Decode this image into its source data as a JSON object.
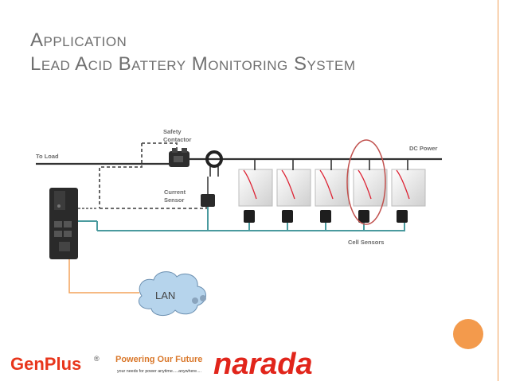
{
  "slide": {
    "title_line1": "Application",
    "title_line2": "Lead Acid Battery Monitoring System"
  },
  "diagram": {
    "labels": {
      "to_load": "To Load",
      "safety_contactor_1": "Safety",
      "safety_contactor_2": "Contactor",
      "current_sensor_1": "Current",
      "current_sensor_2": "Sensor",
      "dc_power": "DC Power",
      "cell_sensors": "Cell Sensors",
      "lan": "LAN"
    },
    "colors": {
      "wire_dark": "#333333",
      "wire_teal": "#4a9a9e",
      "wire_orange": "#f3a25a",
      "highlight_red": "#c0504d",
      "label_gray": "#6a6a6a"
    }
  },
  "footer": {
    "logo_genplus": "GenPlus",
    "registered": "®",
    "tagline": "Powering Our Future",
    "tagline_sub": "your needs for power anytime.....anywhere....",
    "logo_narada": "narada",
    "colors": {
      "genplus": "#e8361c",
      "tagline": "#d9772a",
      "narada": "#e1251b"
    }
  }
}
